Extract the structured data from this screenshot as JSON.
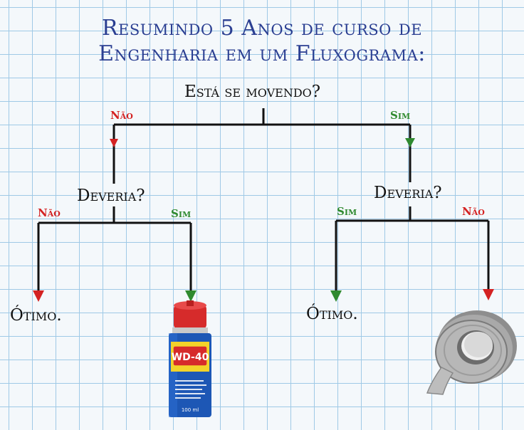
{
  "title": {
    "line1": "Resumindo 5 Anos de curso de",
    "line2": "Engenharia em um Fluxograma:"
  },
  "root_question": "Está se movendo?",
  "left_branch": {
    "label": "Não",
    "question": "Deveria?",
    "no_label": "Não",
    "no_result": "Ótimo.",
    "yes_label": "Sim",
    "yes_result_image": "wd40-can",
    "can_text": "WD-40",
    "can_volume": "100 ml"
  },
  "right_branch": {
    "label": "Sim",
    "question": "Deveria?",
    "yes_label": "Sim",
    "yes_result": "Ótimo.",
    "no_label": "Não",
    "no_result_image": "duct-tape-roll"
  },
  "colors": {
    "title": "#2b3f92",
    "no": "#d42222",
    "yes": "#2f8a2f",
    "line": "#111111"
  }
}
